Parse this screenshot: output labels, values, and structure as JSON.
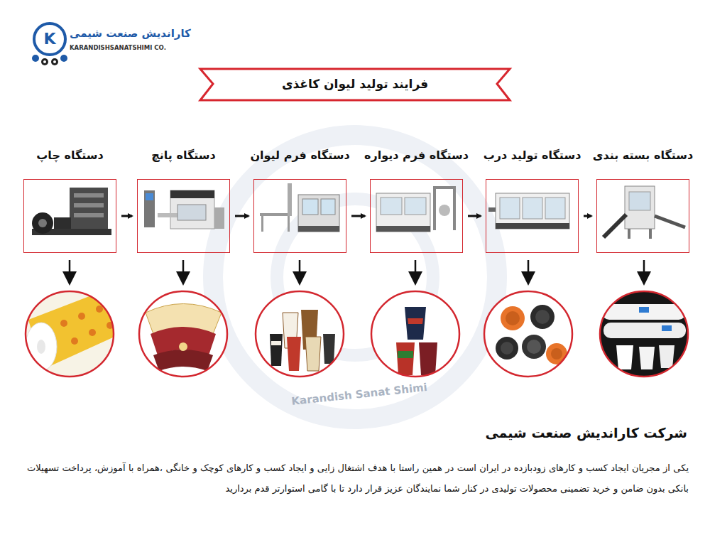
{
  "diagram": {
    "title": "فرایند تولید لیوان کاغذی",
    "nodes": [
      {
        "text": [
          "دستگاه چاپ"
        ]
      },
      {
        "text": [
          "دستگاه پانچ"
        ]
      },
      {
        "text": [
          "دستگاه فرم لیوان"
        ]
      },
      {
        "text": [
          "دستگاه فرم دیواره"
        ]
      },
      {
        "text": [
          "دستگاه تولید درب"
        ]
      },
      {
        "text": [
          "دستگاه بسته بندی"
        ]
      }
    ],
    "edges": [
      {
        "from": 0,
        "to": 1,
        "arrow": "to"
      },
      {
        "from": 1,
        "to": 2,
        "arrow": "to"
      },
      {
        "from": 2,
        "to": 3,
        "arrow": "to"
      },
      {
        "from": 3,
        "to": 4,
        "arrow": "to"
      },
      {
        "from": 4,
        "to": 5,
        "arrow": "to"
      }
    ],
    "labels": [
      "کاراندیش صنعت شیمی",
      "KARANDISHSANATSHIMI CO.",
      "K",
      "Karandish Sanat Shimi",
      "شرکت کاراندیش صنعت شیمی",
      "یکی از مجریان ایجاد کسب و کارهای زودبازده در ایران است در همین راستا با هدف اشتغال زایی و ایجاد کسب و کارهای کوچک و خانگی ،همراه با آموزش، پرداخت تسهیلات بانکی بدون ضامن و خرید تضمینی محصولات تولیدی در کنار شما نمایندگان عزیز قرار دارد تا با گامی استوارتر قدم بردارید"
    ]
  }
}
